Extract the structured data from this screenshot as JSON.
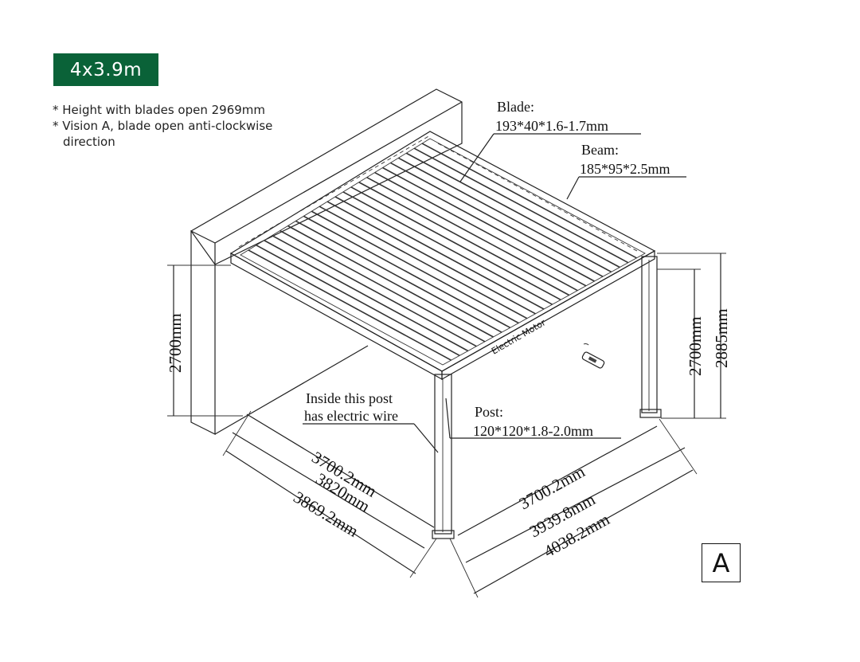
{
  "badge": "4x3.9m",
  "notes": [
    "* Height with blades open 2969mm",
    "* Vision A, blade open anti-clockwise direction"
  ],
  "labels": {
    "blade_title": "Blade:",
    "blade_spec": "193*40*1.6-1.7mm",
    "beam_title": "Beam:",
    "beam_spec": "185*95*2.5mm",
    "post_title": "Post:",
    "post_spec": "120*120*1.8-2.0mm",
    "wire_line1": "Inside this post",
    "wire_line2": "has electric wire",
    "motor": "Electric Motor"
  },
  "dimensions": {
    "left_height": "2700mm",
    "right_height": "2700mm",
    "total_height": "2885mm",
    "depth_1": "3700.2mm",
    "depth_2": "3820mm",
    "depth_3": "3869.2mm",
    "width_1": "3700.2mm",
    "width_2": "3939.8mm",
    "width_3": "4038.2mm"
  },
  "vision": "A"
}
